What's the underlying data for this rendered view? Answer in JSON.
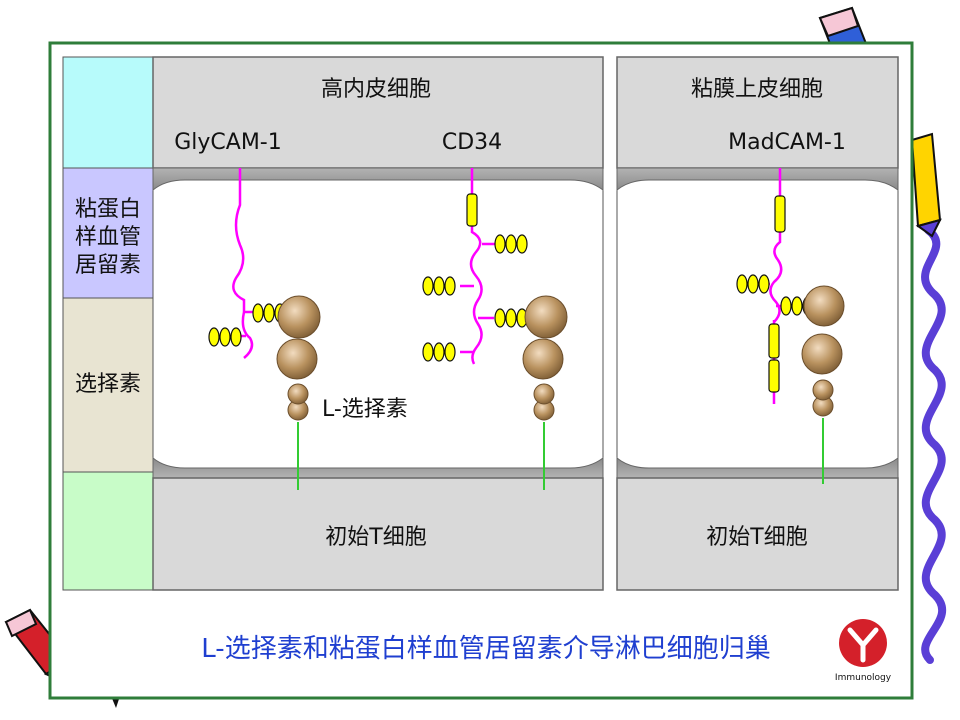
{
  "labels": {
    "endothelium_hev": "高内皮细胞",
    "endothelium_mucosal": "粘膜上皮细胞",
    "glycam": "GlyCAM-1",
    "cd34": "CD34",
    "madcam": "MadCAM-1",
    "addressin_legend": "粘蛋白样血管居留素",
    "selectin_legend": "选择素",
    "l_selectin": "L-选择素",
    "naive_t_1": "初始T细胞",
    "naive_t_2": "初始T细胞",
    "caption": "L-选择素和粘蛋白样血管居留素介导淋巴细胞归巢",
    "logo_text": "Immunology"
  },
  "colors": {
    "frame": "#2f7d3a",
    "cell_fill": "#d9d9d9",
    "membrane": "#9a9a9a",
    "mucin": "#ff00ff",
    "ig_domain": "#ffff00",
    "selectin_body": "#b08a5a",
    "tail": "#33cc33",
    "legend_cyan": "#b7fbfb",
    "legend_lavender": "#c9c7ff",
    "legend_beige": "#e8e4d2",
    "legend_green": "#c8fcc8",
    "caption_blue": "#1f3fd0",
    "logo_red": "#d4202a",
    "squiggle": "#5a3fd6"
  }
}
